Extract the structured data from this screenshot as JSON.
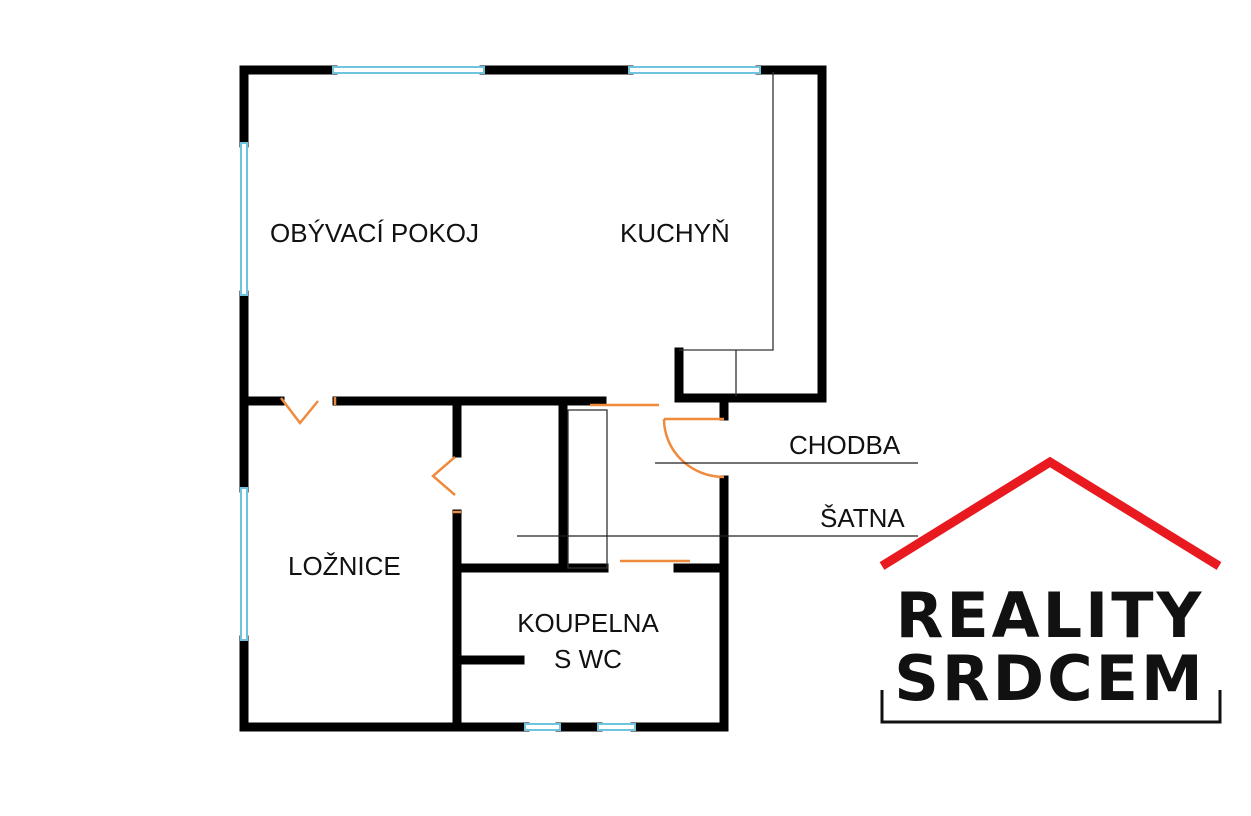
{
  "rooms": {
    "living_room": "OBÝVACÍ POKOJ",
    "kitchen": "KUCHYŇ",
    "hallway": "CHODBA",
    "wardrobe": "ŠATNA",
    "bedroom": "LOŽNICE",
    "bathroom_line1": "KOUPELNA",
    "bathroom_line2": "S WC"
  },
  "logo": {
    "line1": "REALITY",
    "line2": "SRDCEM",
    "roof_color": "#e8191f"
  },
  "colors": {
    "wall": "#000000",
    "window": "#6fc3de",
    "door": "#f08a3c"
  }
}
